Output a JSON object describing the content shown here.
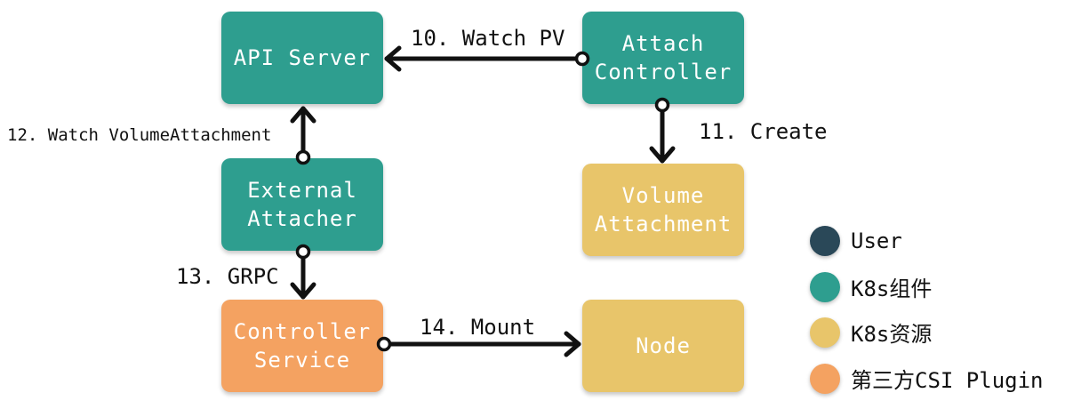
{
  "colors": {
    "user": "#2a4858",
    "k8s_component": "#2e9e8f",
    "k8s_resource": "#e8c56a",
    "third_party": "#f4a261"
  },
  "nodes": {
    "api_server": {
      "label": "API Server"
    },
    "attach_controller": {
      "label": "Attach\nController"
    },
    "external_attacher": {
      "label": "External\nAttacher"
    },
    "volume_attachment": {
      "label": "Volume\nAttachment"
    },
    "controller_service": {
      "label": "Controller\nService"
    },
    "node": {
      "label": "Node"
    }
  },
  "edges": {
    "watch_pv": "10. Watch PV",
    "create": "11. Create",
    "watch_volumeattachment": "12. Watch VolumeAttachment",
    "grpc": "13. GRPC",
    "mount": "14. Mount"
  },
  "legend": {
    "user": "User",
    "k8s_component": "K8s组件",
    "k8s_resource": "K8s资源",
    "third_party": "第三方CSI Plugin"
  }
}
